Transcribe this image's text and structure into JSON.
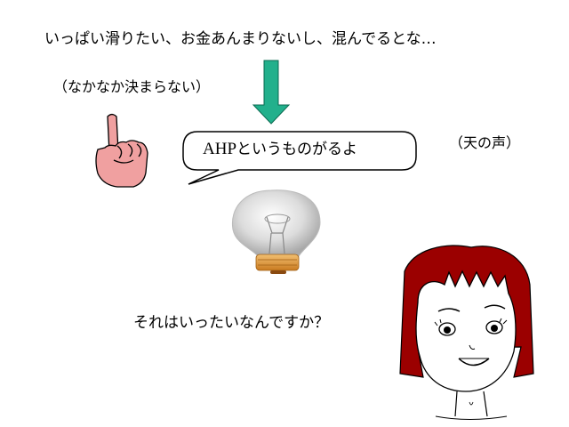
{
  "narration": {
    "line1": "いっぱい滑りたい、お金あんまりないし、混んでるとな…",
    "line2": "（なかなか決まらない）"
  },
  "speech_bubble": {
    "text_latin": "AHP",
    "text_jp": "というものがるよ"
  },
  "voice_label": "（天の声）",
  "question": "それはいったいなんですか？",
  "colors": {
    "arrow_fill": "#22b08c",
    "hand_fill": "#f0a0a0",
    "hair": "#9b0000",
    "bulb_base": "#e89a3c"
  },
  "icons": [
    "down-arrow-icon",
    "pointing-hand-icon",
    "light-bulb-icon",
    "girl-face-illustration"
  ]
}
